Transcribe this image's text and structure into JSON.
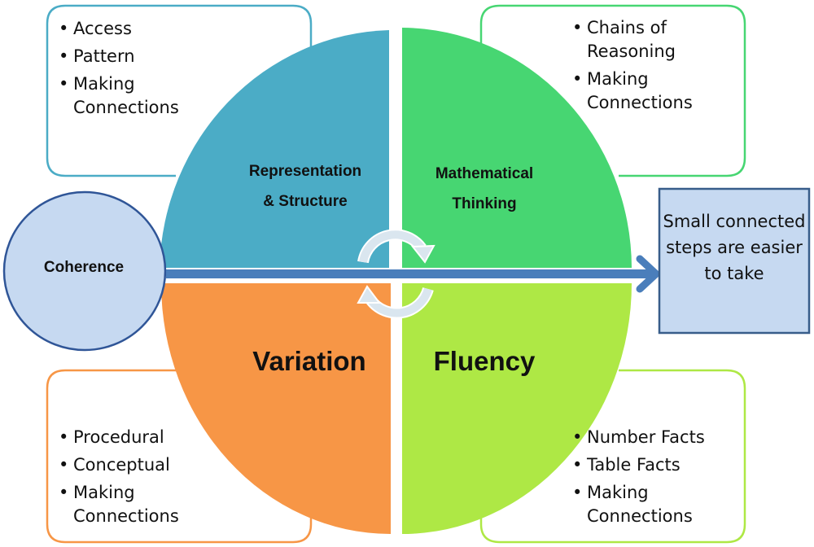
{
  "diagram": {
    "center_node": {
      "label": "Coherence"
    },
    "quadrants": [
      {
        "id": "representation",
        "label_line1": "Representation",
        "label_line2": "& Structure",
        "color": "#4BACC6",
        "box_border_color": "#4BACC6",
        "box_items": [
          "Access",
          "Pattern",
          "Making Connections"
        ]
      },
      {
        "id": "mathematical-thinking",
        "label_line1": "Mathematical",
        "label_line2": "Thinking",
        "color": "#47D672",
        "box_border_color": "#47D672",
        "box_items": [
          "Chains of Reasoning",
          "Making Connections"
        ]
      },
      {
        "id": "variation",
        "label_line1": "Variation",
        "label_line2": "",
        "color": "#F79646",
        "box_border_color": "#F79646",
        "box_items": [
          "Procedural",
          "Conceptual",
          "Making Connections"
        ]
      },
      {
        "id": "fluency",
        "label_line1": "Fluency",
        "label_line2": "",
        "color": "#AEE845",
        "box_border_color": "#AEE845",
        "box_items": [
          "Number Facts",
          "Table Facts",
          "Making Connections"
        ]
      }
    ],
    "outcome": {
      "text": "Small connected steps are easier to take",
      "fill": "#C6D9F1",
      "border": "#385D8A"
    },
    "arrow_color": "#4A7EBB",
    "cycle_arrow_color": "#DAE6EF",
    "coherence_fill": "#C6D9F1",
    "coherence_border": "#2F5597"
  }
}
